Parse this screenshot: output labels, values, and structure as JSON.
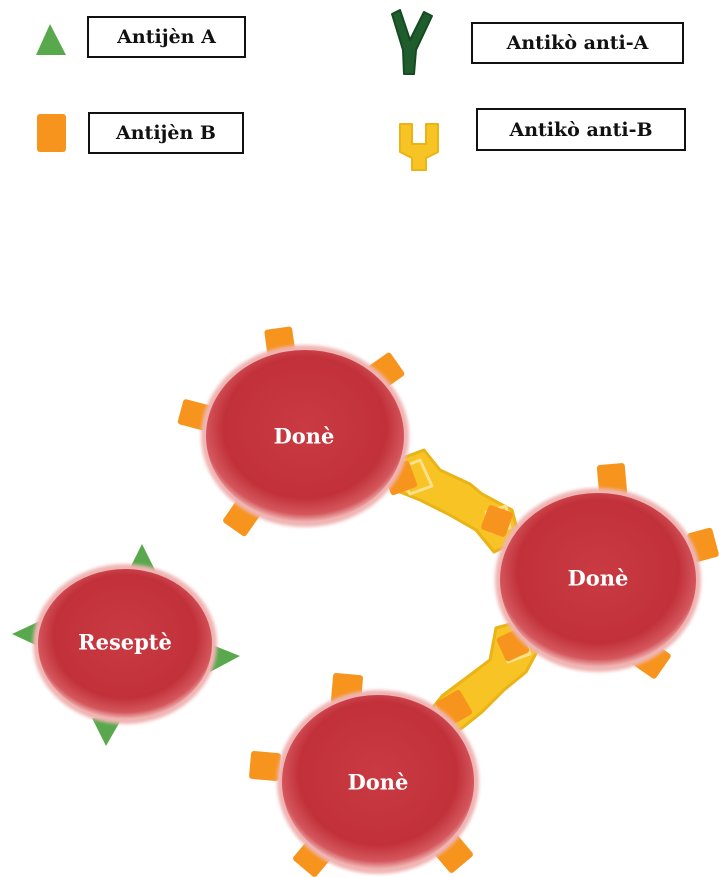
{
  "legend": {
    "antigen_a": "Antijèn A",
    "antigen_b": "Antijèn B",
    "antibody_anti_a": "Antikò anti-A",
    "antibody_anti_b": "Antikò anti-B"
  },
  "cells": {
    "recipient": "Reseptè",
    "donor_1": "Donè",
    "donor_2": "Donè",
    "donor_3": "Donè"
  },
  "colors": {
    "cell_red": "#c8343c",
    "antigen_a_green": "#5aa84e",
    "antigen_b_orange": "#f7941d",
    "antibody_a_darkgreen": "#1f5e2c",
    "antibody_b_yellow": "#f7c325"
  }
}
